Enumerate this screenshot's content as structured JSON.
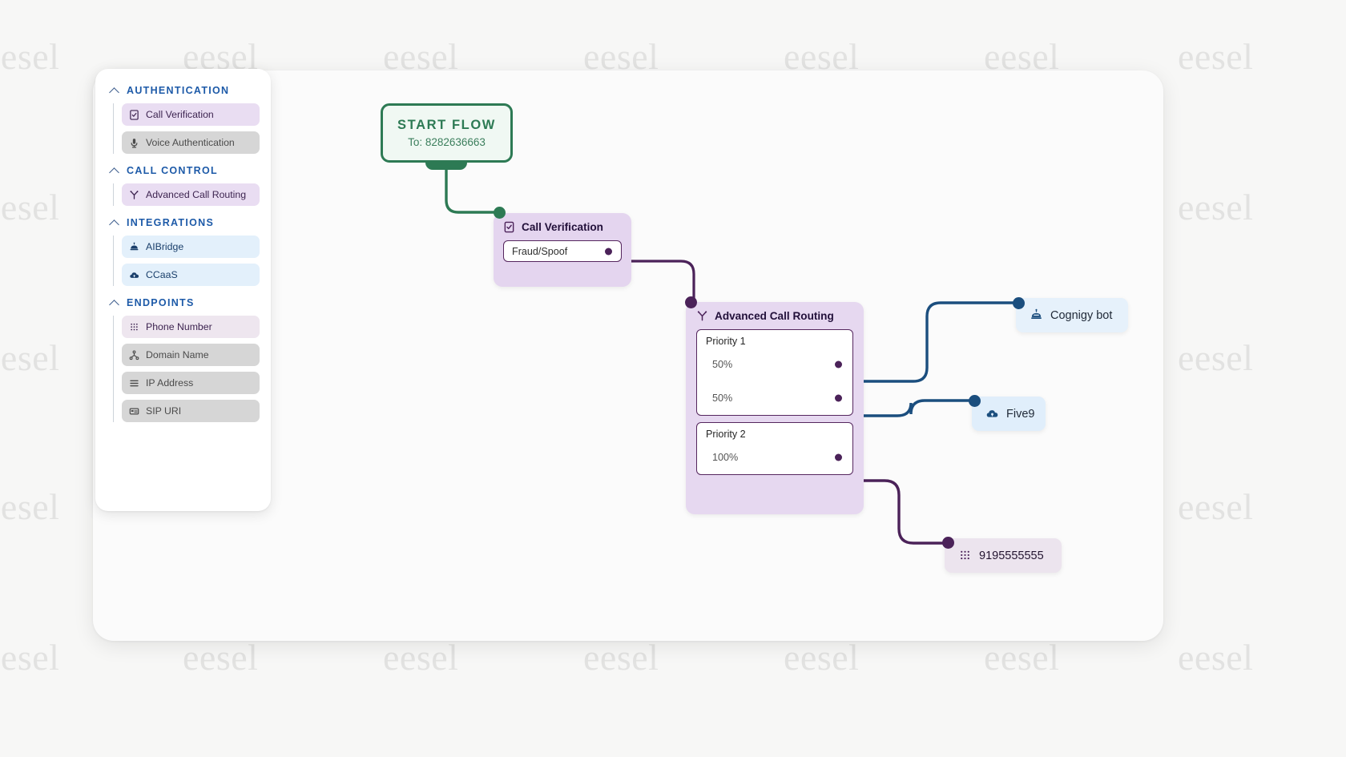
{
  "watermark": {
    "text": "eesel"
  },
  "sidebar": {
    "groups": [
      {
        "title": "AUTHENTICATION",
        "chevron_icon": "chevron-up-icon",
        "items": [
          {
            "label": "Call Verification",
            "icon": "checkbox-icon",
            "tone": "tone-purple"
          },
          {
            "label": "Voice Authentication",
            "icon": "microphone-icon",
            "tone": "tone-gray"
          }
        ]
      },
      {
        "title": "CALL CONTROL",
        "chevron_icon": "chevron-up-icon",
        "items": [
          {
            "label": "Advanced Call Routing",
            "icon": "branch-icon",
            "tone": "tone-purple"
          }
        ]
      },
      {
        "title": "INTEGRATIONS",
        "chevron_icon": "chevron-up-icon",
        "items": [
          {
            "label": "AIBridge",
            "icon": "bot-icon",
            "tone": "tone-blue"
          },
          {
            "label": "CCaaS",
            "icon": "cloud-icon",
            "tone": "tone-blue"
          }
        ]
      },
      {
        "title": "ENDPOINTS",
        "chevron_icon": "chevron-up-icon",
        "items": [
          {
            "label": "Phone Number",
            "icon": "keypad-icon",
            "tone": "tone-lilac"
          },
          {
            "label": "Domain Name",
            "icon": "network-icon",
            "tone": "tone-gray"
          },
          {
            "label": "IP Address",
            "icon": "list-icon",
            "tone": "tone-gray"
          },
          {
            "label": "SIP URI",
            "icon": "card-icon",
            "tone": "tone-gray"
          }
        ]
      }
    ]
  },
  "flow": {
    "start": {
      "title": "START FLOW",
      "subtitle": "To: 8282636663"
    },
    "call_verification": {
      "title": "Call Verification",
      "icon": "checkbox-icon",
      "rows": [
        {
          "label": "Fraud/Spoof"
        }
      ]
    },
    "advanced_routing": {
      "title": "Advanced Call Routing",
      "icon": "branch-icon",
      "priorities": [
        {
          "label": "Priority 1",
          "rows": [
            {
              "value": "50%"
            },
            {
              "value": "50%"
            }
          ]
        },
        {
          "label": "Priority 2",
          "rows": [
            {
              "value": "100%"
            }
          ]
        }
      ]
    },
    "destinations": [
      {
        "label": "Cognigy bot",
        "icon": "bot-icon"
      },
      {
        "label": "Five9",
        "icon": "cloud-icon"
      },
      {
        "label": "9195555555",
        "icon": "keypad-icon"
      }
    ]
  },
  "colors": {
    "green": "#2d7a54",
    "purple": "#4b2259",
    "navy": "#1b4e7e",
    "accent_blue": "#1d5aa8"
  }
}
